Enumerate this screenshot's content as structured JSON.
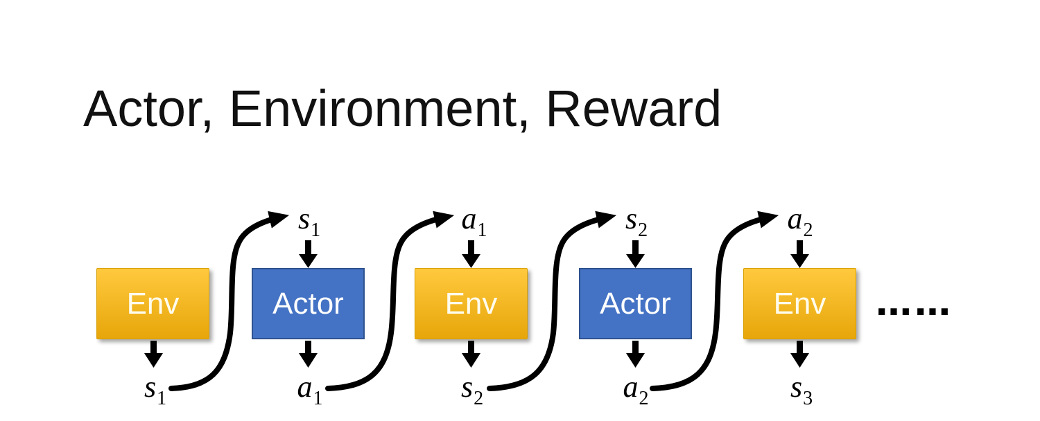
{
  "slide": {
    "title": "Actor, Environment, Reward"
  },
  "diagram": {
    "nodes": [
      {
        "id": "env-1",
        "type": "env",
        "label": "Env"
      },
      {
        "id": "actor-1",
        "type": "actor",
        "label": "Actor"
      },
      {
        "id": "env-2",
        "type": "env",
        "label": "Env"
      },
      {
        "id": "actor-2",
        "type": "actor",
        "label": "Actor"
      },
      {
        "id": "env-3",
        "type": "env",
        "label": "Env"
      }
    ],
    "top_labels": [
      {
        "base": "s",
        "sub": "1"
      },
      {
        "base": "a",
        "sub": "1"
      },
      {
        "base": "s",
        "sub": "2"
      },
      {
        "base": "a",
        "sub": "2"
      }
    ],
    "bottom_labels": [
      {
        "base": "s",
        "sub": "1"
      },
      {
        "base": "a",
        "sub": "1"
      },
      {
        "base": "s",
        "sub": "2"
      },
      {
        "base": "a",
        "sub": "2"
      },
      {
        "base": "s",
        "sub": "3"
      }
    ],
    "ellipsis": "……"
  },
  "colors": {
    "slide_bg": "#FFFFFF",
    "title_text": "#111111",
    "env_top": "#FFC93E",
    "env_bottom": "#E7A60A",
    "env_border": "#D89E00",
    "env_text": "#FFFCEE",
    "actor_fill": "#4472C4",
    "actor_border": "#2F528F",
    "actor_text": "#FFFFFF",
    "arrow": "#000000"
  }
}
